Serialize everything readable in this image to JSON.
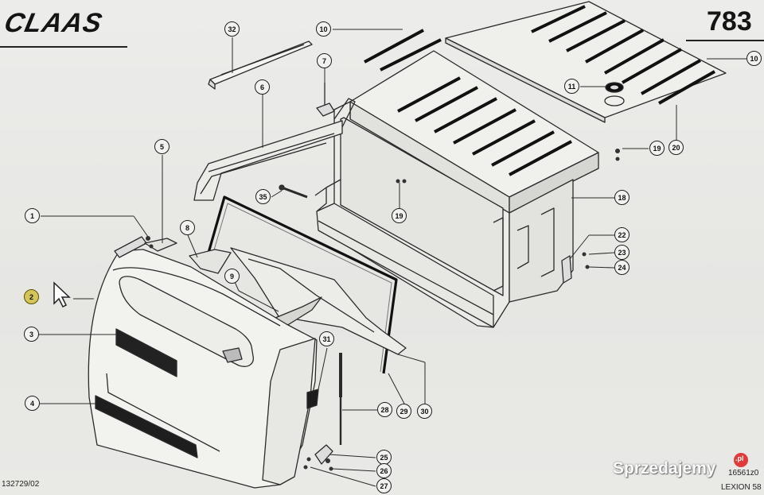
{
  "header": {
    "brand": "CLAAS",
    "page_number": "783"
  },
  "footer": {
    "drawing_number": "132729/02",
    "model_code": "16561z0",
    "model_name": "LEXION 58"
  },
  "watermark": {
    "name": "Sprzedajemy",
    "tld": ".pl"
  },
  "callouts": [
    {
      "id": "c1",
      "label": "1"
    },
    {
      "id": "c2",
      "label": "2"
    },
    {
      "id": "c3",
      "label": "3"
    },
    {
      "id": "c4",
      "label": "4"
    },
    {
      "id": "c5",
      "label": "5"
    },
    {
      "id": "c6",
      "label": "6"
    },
    {
      "id": "c7",
      "label": "7"
    },
    {
      "id": "c8",
      "label": "8"
    },
    {
      "id": "c9",
      "label": "9"
    },
    {
      "id": "c10a",
      "label": "10"
    },
    {
      "id": "c10b",
      "label": "10"
    },
    {
      "id": "c11",
      "label": "11"
    },
    {
      "id": "c18",
      "label": "18"
    },
    {
      "id": "c19a",
      "label": "19"
    },
    {
      "id": "c19b",
      "label": "19"
    },
    {
      "id": "c20",
      "label": "20"
    },
    {
      "id": "c22",
      "label": "22"
    },
    {
      "id": "c23",
      "label": "23"
    },
    {
      "id": "c24",
      "label": "24"
    },
    {
      "id": "c25",
      "label": "25"
    },
    {
      "id": "c26",
      "label": "26"
    },
    {
      "id": "c27",
      "label": "27"
    },
    {
      "id": "c28",
      "label": "28"
    },
    {
      "id": "c29",
      "label": "29"
    },
    {
      "id": "c30",
      "label": "30"
    },
    {
      "id": "c31",
      "label": "31"
    },
    {
      "id": "c32",
      "label": "32"
    },
    {
      "id": "c35",
      "label": "35"
    }
  ],
  "highlighted_callout": "2",
  "colors": {
    "highlight": "#d4c45a",
    "ink": "#1e1e1e",
    "paper": "#e9e9e7",
    "watermark_accent": "#e03a3a"
  }
}
